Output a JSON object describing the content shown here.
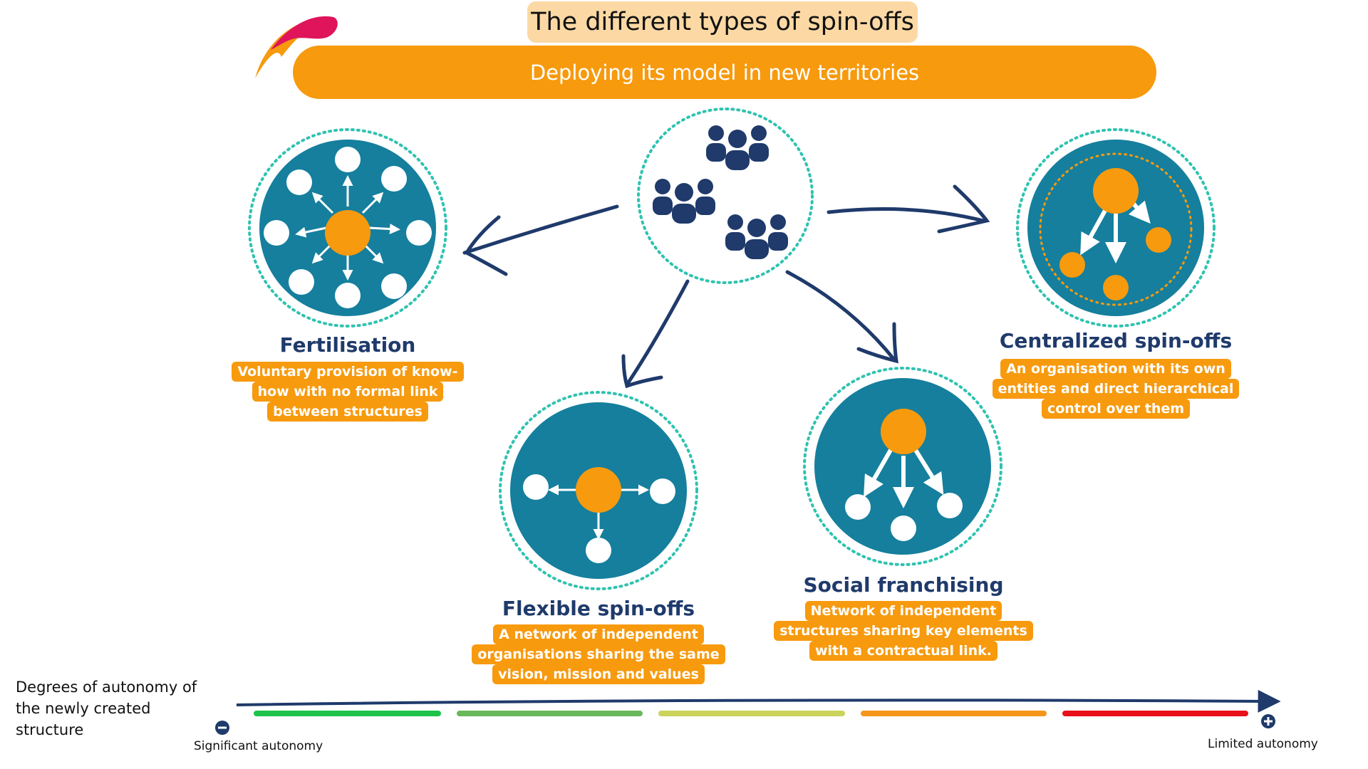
{
  "title": "The different types of spin-offs",
  "subtitle": "Deploying its model in new territories",
  "nodes": {
    "fertilisation": {
      "label": "Fertilisation",
      "desc": [
        "Voluntary provision of know-",
        "how with no formal link",
        "between structures"
      ]
    },
    "flexible": {
      "label": "Flexible spin-offs",
      "desc": [
        "A network of independent",
        "organisations sharing the same",
        "vision, mission and values"
      ]
    },
    "franchising": {
      "label": "Social franchising",
      "desc": [
        "Network of independent",
        "structures sharing key elements",
        "with a contractual link."
      ]
    },
    "centralized": {
      "label": "Centralized spin-offs",
      "desc": [
        "An organisation with its own",
        "entities and direct hierarchical",
        "control over them"
      ]
    }
  },
  "axis": {
    "title": "Degrees of autonomy of the newly created structure",
    "left_label": "Significant autonomy",
    "right_label": "Limited autonomy",
    "segment_colors": [
      "#1DC34A",
      "#6AB85C",
      "#CCD35A",
      "#F5961A",
      "#E8101A"
    ]
  },
  "colors": {
    "teal": "#157F9D",
    "orange": "#F79A0E",
    "navy": "#1F3A6B",
    "dotted": "#2EC3B0"
  }
}
